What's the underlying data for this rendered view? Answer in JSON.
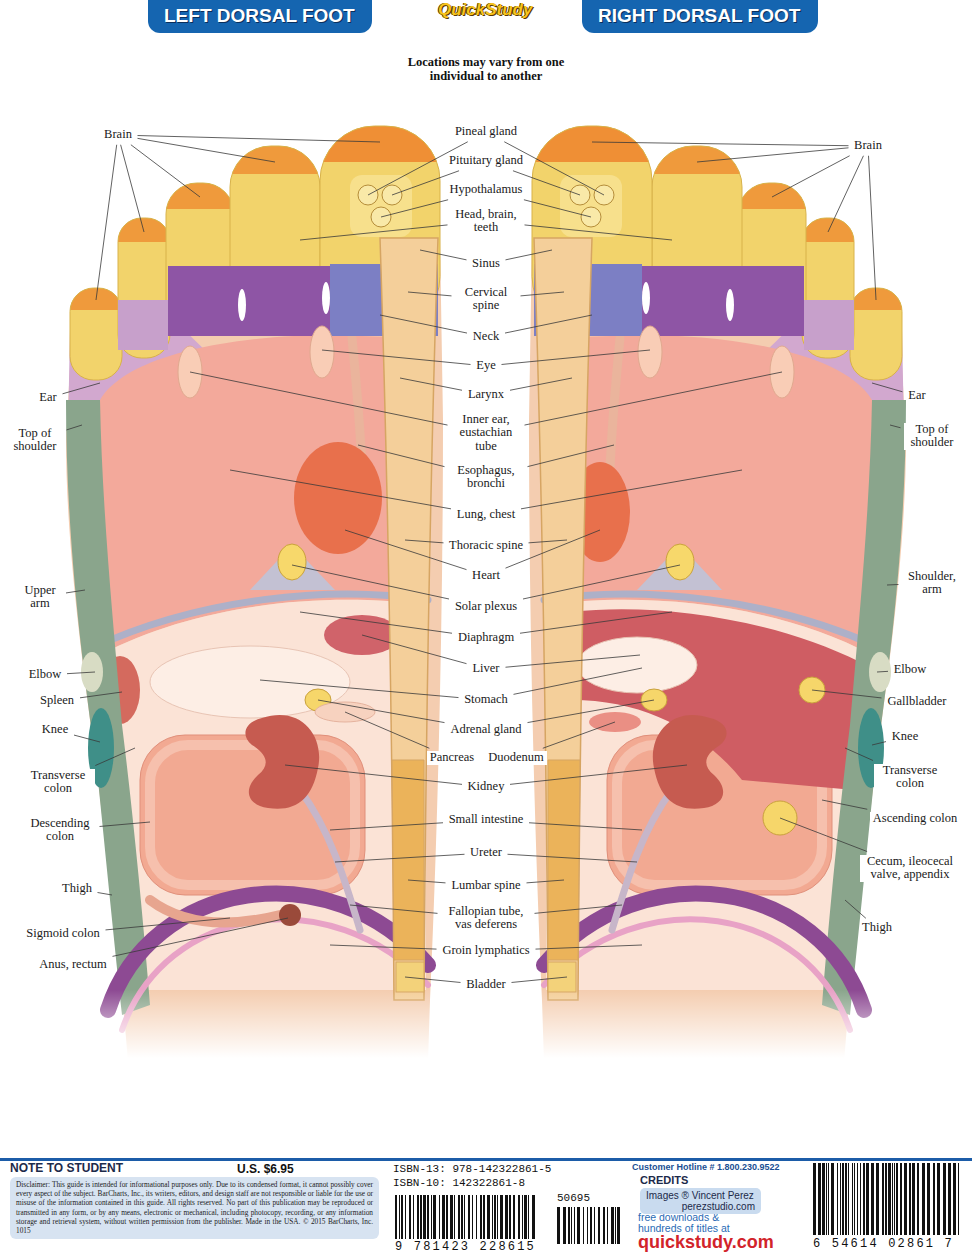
{
  "diagram": {
    "nodes": [
      {
        "text": [
          "LEFT DORSAL FOOT"
        ]
      },
      {
        "text": [
          "RIGHT DORSAL FOOT"
        ]
      },
      {
        "text": [
          "NOTE TO STUDENT",
          "Disclaimer: This guide is intended for informational purposes only. Due to its condensed format, it cannot possibly cover every aspect of the subject. BarCharts, Inc., its writers, editors, and design staff are not responsible or liable for the use or misuse of the information contained in this guide. All rights reserved. No part of this publication may be reproduced or transmitted in any form, or by any means, electronic or mechanical, including photocopy, recording, or any information storage and retrieval system, without written permission from the publisher. Made in the USA. © 2015 BarCharts, Inc. 1015"
        ]
      },
      {
        "text": [
          "CREDITS",
          "Images ® Vincent Perez",
          "perezstudio.com"
        ]
      }
    ],
    "labels": [
      "QuickStudy",
      "Locations may vary from one individual to another",
      "Brain",
      "Pineal gland",
      "Pituitary gland",
      "Hypothalamus",
      "Head, brain, teeth",
      "Brain",
      "Sinus",
      "Cervical spine",
      "Neck",
      "Eye",
      "Ear",
      "Larynx",
      "Ear",
      "Top of shoulder",
      "Top of shoulder",
      "Inner ear, eustachian tube",
      "Esophagus, bronchi",
      "Lung, chest",
      "Thoracic spine",
      "Upper arm",
      "Shoulder, arm",
      "Heart",
      "Solar plexus",
      "Diaphragm",
      "Liver",
      "Elbow",
      "Elbow",
      "Spleen",
      "Stomach",
      "Gallbladder",
      "Knee",
      "Adrenal gland",
      "Knee",
      "Pancreas",
      "Duodenum",
      "Transverse colon",
      "Transverse colon",
      "Kidney",
      "Descending colon",
      "Small intestine",
      "Ascending colon",
      "Ureter",
      "Cecum, ileocecal valve, appendix",
      "Thigh",
      "Lumbar spine",
      "Fallopian tube, vas deferens",
      "Thigh",
      "Sigmoid colon",
      "Groin lymphatics",
      "Anus, rectum",
      "Bladder",
      "U.S. $6.95",
      "ISBN-13: 978-142322861-5",
      "ISBN-10: 142322861-8",
      "50695",
      "9 781423 228615",
      "Customer Hotline # 1.800.230.9522",
      "free downloads & hundreds of titles at",
      "quickstudy.com",
      "6 54614 02861 7"
    ]
  }
}
